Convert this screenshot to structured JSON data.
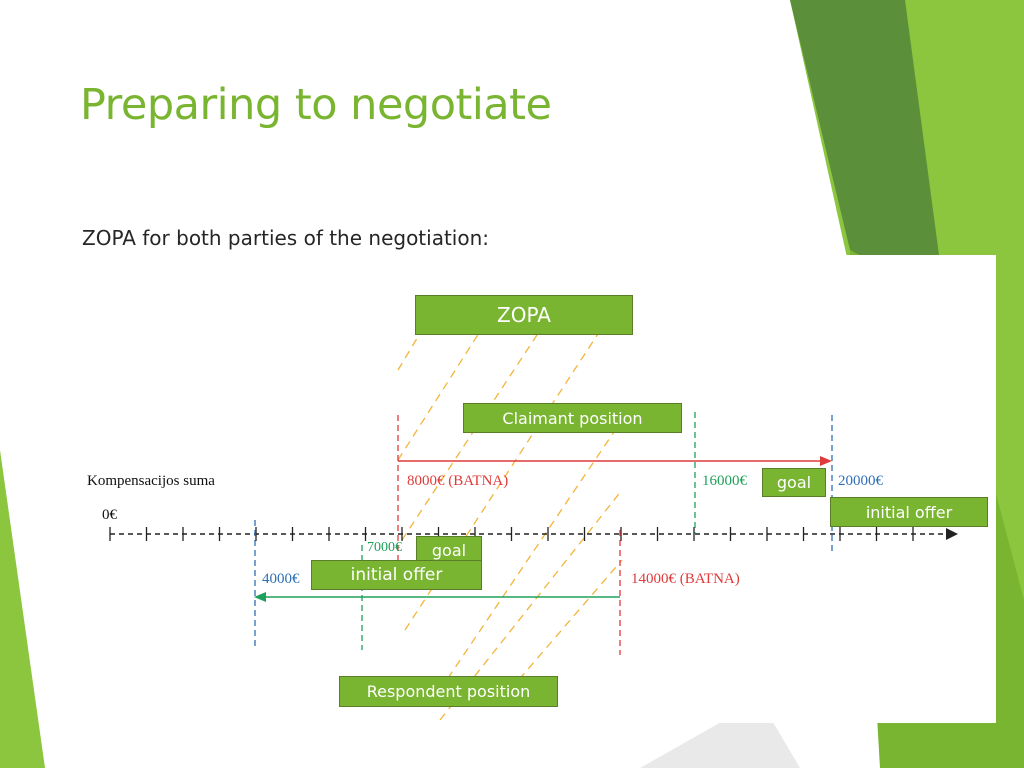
{
  "slide": {
    "title": "Preparing to negotiate",
    "subtitle": "ZOPA for both parties of the negotiation:"
  },
  "diagram": {
    "axis_label": "Kompensacijos suma",
    "origin_label": "0€",
    "zopa_label": "ZOPA",
    "claimant": {
      "label": "Claimant position",
      "batna": "8000€ (BATNA)",
      "goal_value": "16000€",
      "goal_label": "goal",
      "initial_value": "20000€",
      "initial_label": "initial offer"
    },
    "respondent": {
      "label": "Respondent position",
      "batna": "14000€ (BATNA)",
      "goal_value": "7000€",
      "goal_label": "goal",
      "initial_value": "4000€",
      "initial_label": "initial offer"
    }
  },
  "colors": {
    "accent": "#7ab531",
    "claimant": "#e03a3a",
    "respondent": "#1fa05a",
    "initial": "#2e6fb5"
  }
}
